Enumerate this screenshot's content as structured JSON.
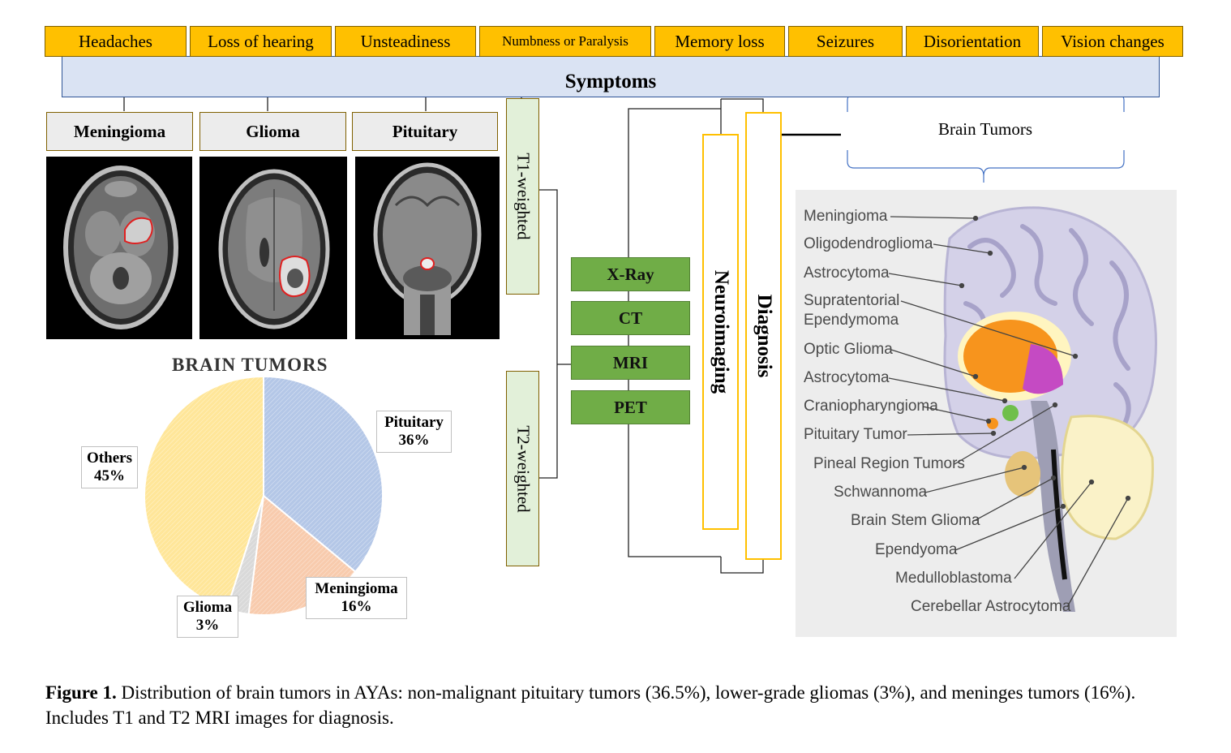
{
  "symptoms": {
    "title": "Symptoms",
    "items": [
      "Headaches",
      "Loss of hearing",
      "Unsteadiness",
      "Numbness or Paralysis",
      "Memory loss",
      "Seizures",
      "Disorientation",
      "Vision changes"
    ]
  },
  "tumor_types": [
    "Meningioma",
    "Glioma",
    "Pituitary"
  ],
  "mri": {
    "t1": "T1-weighted",
    "t2": "T2-weighted"
  },
  "modalities": [
    "X-Ray",
    "CT",
    "MRI",
    "PET"
  ],
  "neuroimaging": "Neuroimaging",
  "diagnosis": "Diagnosis",
  "brain_tumors_label": "Brain Tumors",
  "brain_labels": [
    "Meningioma",
    "Oligodendroglioma",
    "Astrocytoma",
    "Supratentorial",
    "Ependymoma",
    "Optic Glioma",
    "Astrocytoma",
    "Craniopharyngioma",
    "Pituitary Tumor",
    "Pineal Region Tumors",
    "Schwannoma",
    "Brain Stem Glioma",
    "Ependyoma",
    "Medulloblastoma",
    "Cerebellar Astrocytoma"
  ],
  "colors": {
    "symptom_fill": "#ffc000",
    "symptom_bar": "#dae3f3",
    "modality": "#70ad47",
    "t_box": "#e2f0d9",
    "orange_outline": "#ffc000"
  },
  "chart_data": {
    "type": "pie",
    "title": "BRAIN TUMORS",
    "slices": [
      {
        "label": "Pituitary",
        "value": 36,
        "display": "36%",
        "color": "#b4c7e7"
      },
      {
        "label": "Meningioma",
        "value": 16,
        "display": "16%",
        "color": "#f8cbad"
      },
      {
        "label": "Glioma",
        "value": 3,
        "display": "3%",
        "color": "#d9d9d9"
      },
      {
        "label": "Others",
        "value": 45,
        "display": "45%",
        "color": "#ffe699"
      }
    ]
  },
  "caption": {
    "bold": "Figure 1.",
    "text": " Distribution of brain tumors in AYAs: non-malignant pituitary tumors (36.5%), lower-grade gliomas (3%), and meninges tumors (16%). Includes T1 and T2 MRI images for diagnosis."
  }
}
